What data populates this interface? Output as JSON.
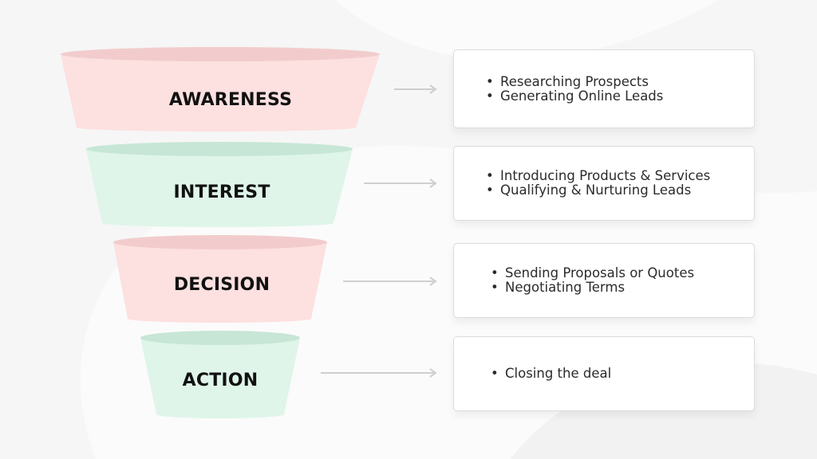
{
  "colors": {
    "pink": "#fde0e0",
    "pink_rim": "#f2cccc",
    "green": "#dff5ea",
    "green_rim": "#c7e6d6",
    "arrow": "#cfcfcf",
    "card_border": "#dcdcdc"
  },
  "stages": [
    {
      "label": "AWARENESS",
      "color": "pink",
      "bullets": [
        "Researching Prospects",
        "Generating Online Leads"
      ]
    },
    {
      "label": "INTEREST",
      "color": "green",
      "bullets": [
        "Introducing Products & Services",
        "Qualifying & Nurturing Leads"
      ]
    },
    {
      "label": "DECISION",
      "color": "pink",
      "bullets": [
        "Sending Proposals or Quotes",
        "Negotiating Terms"
      ]
    },
    {
      "label": "ACTION",
      "color": "green",
      "bullets": [
        "Closing the deal"
      ]
    }
  ]
}
